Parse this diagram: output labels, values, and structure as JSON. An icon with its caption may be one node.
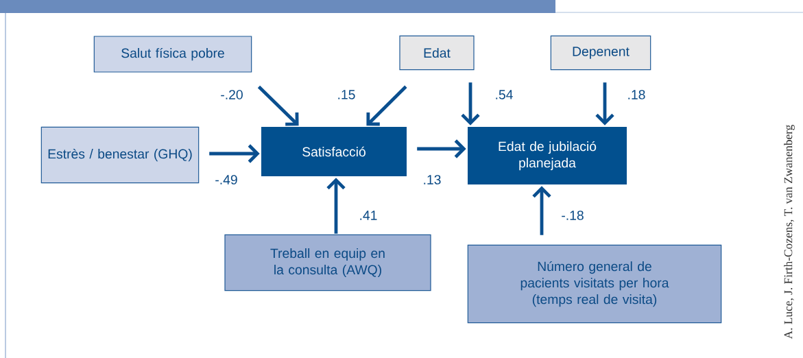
{
  "diagram": {
    "nodes": [
      {
        "text": [
          "Salut física pobre"
        ]
      },
      {
        "text": [
          "Edat"
        ]
      },
      {
        "text": [
          "Depenent"
        ]
      },
      {
        "text": [
          "Estrès / benestar (GHQ)"
        ]
      },
      {
        "text": [
          "Satisfacció"
        ]
      },
      {
        "text": [
          "Edat de jubilació planejada"
        ]
      },
      {
        "text": [
          "Treball en equip en la consulta (AWQ)"
        ]
      },
      {
        "text": [
          "Número general de pacients visitats per hora (temps real de visita)"
        ]
      }
    ],
    "edges": [
      {
        "from": 0,
        "to": 4,
        "arrow": "to",
        "label": "-.20"
      },
      {
        "from": 1,
        "to": 4,
        "arrow": "to",
        "label": ".15"
      },
      {
        "from": 1,
        "to": 5,
        "arrow": "to",
        "label": ".54"
      },
      {
        "from": 2,
        "to": 5,
        "arrow": "to",
        "label": ".18"
      },
      {
        "from": 3,
        "to": 4,
        "arrow": "to",
        "label": "-.49"
      },
      {
        "from": 4,
        "to": 5,
        "arrow": "to",
        "label": ".13"
      },
      {
        "from": 6,
        "to": 4,
        "arrow": "to",
        "label": ".41"
      },
      {
        "from": 7,
        "to": 5,
        "arrow": "to",
        "label": "-.18"
      }
    ],
    "labels": [
      "A. Luce, J. Firth-Cozens, T. van Zwanenberg"
    ]
  }
}
